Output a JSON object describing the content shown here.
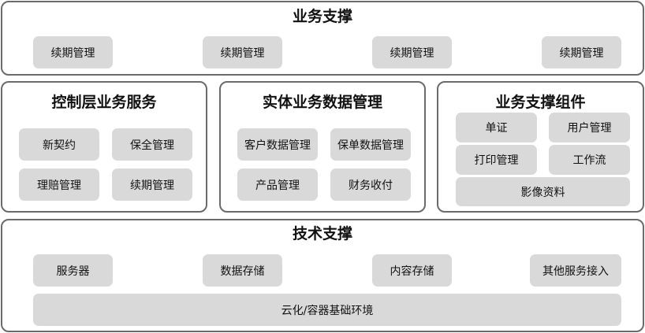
{
  "business_support": {
    "title": "业务支撑",
    "items": [
      "续期管理",
      "续期管理",
      "续期管理",
      "续期管理"
    ]
  },
  "control_layer": {
    "title": "控制层业务服务",
    "items": [
      "新契约",
      "保全管理",
      "理赔管理",
      "续期管理"
    ]
  },
  "entity_data": {
    "title": "实体业务数据管理",
    "items": [
      "客户数据管理",
      "保单数据管理",
      "产品管理",
      "财务收付"
    ]
  },
  "support_components": {
    "title": "业务支撑组件",
    "items": [
      "单证",
      "用户管理",
      "打印管理",
      "工作流",
      "影像资料"
    ]
  },
  "tech_support": {
    "title": "技术支撑",
    "items": [
      "服务器",
      "数据存储",
      "内容存储",
      "其他服务接入",
      "云化/容器基础环境"
    ]
  }
}
